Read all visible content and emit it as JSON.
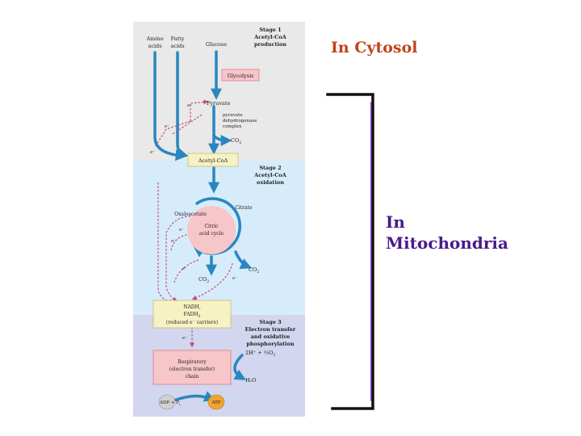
{
  "colors": {
    "stage1_bg": "#e9e9e9",
    "stage2_bg": "#d6ecfa",
    "stage3_bg": "#d2d6ee",
    "pathway_arrow": "#2a86c0",
    "electron_arrow": "#c24a7a",
    "box_fill": "#f7f2c4",
    "pink_fill": "#f7c6c8",
    "bracket": "#111111",
    "bracket_accent": "#6a1fb8",
    "cytosol_text": "#c0431a",
    "mito_text": "#4a1a8a"
  },
  "labels": {
    "amino": "Amino",
    "acids": "acids",
    "fatty": "Fatty",
    "glucose": "Glucose",
    "stage1_line1": "Stage 1",
    "stage1_line2": "Acetyl-CoA",
    "stage1_line3": "production",
    "glycolysis": "Glycolysis",
    "pyruvate": "Pyruvate",
    "pdh_line1": "pyruvate",
    "pdh_line2": "dehydrogenase",
    "pdh_line3": "complex",
    "co2": "CO",
    "sub2": "2",
    "acetylcoa": "Acetyl-CoA",
    "stage2_line1": "Stage 2",
    "stage2_line2": "Acetyl-CoA",
    "stage2_line3": "oxidation",
    "oxaloacetate": "Oxaloacetate",
    "citrate": "Citrate",
    "citric_line1": "Citric",
    "citric_line2": "acid cycle",
    "nadh": "NADH,",
    "fadh": "FADH",
    "carriers": "(reduced e⁻ carriers)",
    "stage3_line1": "Stage 3",
    "stage3_line2": "Electron transfer",
    "stage3_line3": "and oxidative",
    "stage3_line4": "phosphorylation",
    "h_eq": "2H⁺ + ½O",
    "resp_line1": "Respiratory",
    "resp_line2": "(electron transfer)",
    "resp_line3": "chain",
    "h2o": "H₂O",
    "adp": "ADP + P",
    "sub_i": "i",
    "atp": "ATP",
    "e_minus": "e⁻"
  },
  "side": {
    "cytosol": "In Cytosol",
    "mito_line1": "In",
    "mito_line2": "Mitochondria"
  }
}
